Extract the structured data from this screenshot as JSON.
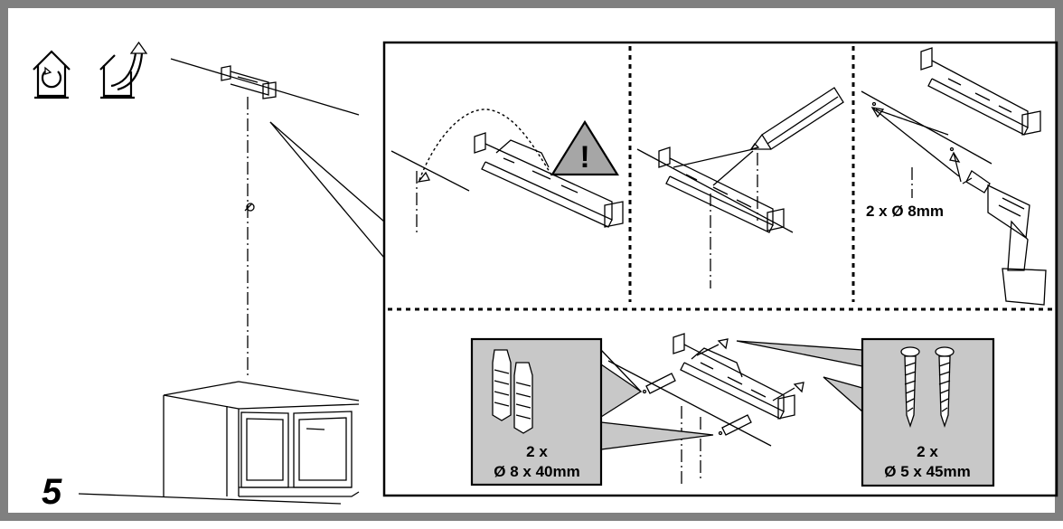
{
  "step": {
    "number": "5"
  },
  "warning": {
    "symbol": "!"
  },
  "drill": {
    "label": "2 x Ø 8mm"
  },
  "plugs": {
    "qty": "2 x",
    "size": "Ø 8 x 40mm"
  },
  "screws": {
    "qty": "2 x",
    "size": "Ø 5 x 45mm"
  },
  "icons": [
    "recirculation-mode-icon",
    "extraction-mode-icon"
  ],
  "colors": {
    "frame": "#808080",
    "callout_fill": "#c8c8c8",
    "warning_fill": "#a6a6a6"
  }
}
